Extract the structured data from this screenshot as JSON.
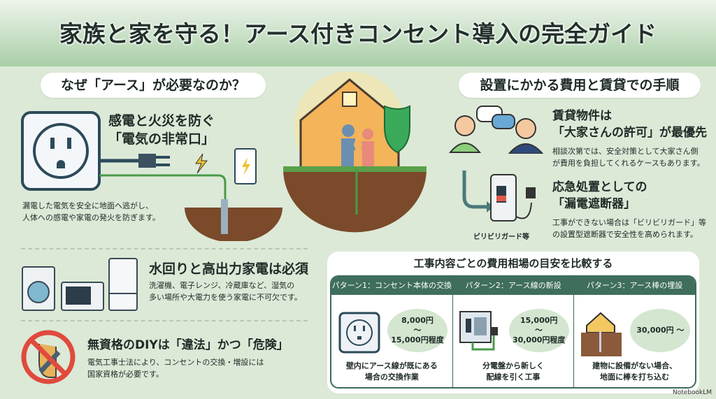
{
  "title": "家族と家を守る！アース付きコンセント導入の完全ガイド",
  "left": {
    "section_title": "なぜ「アース」が必要なのか？",
    "items": [
      {
        "heading_line1": "感電と火災を防ぐ",
        "heading_line2": "「電気の非常口」",
        "desc_line1": "漏電した電気を安全に地面へ逃がし、",
        "desc_line2": "人体への感電や家電の発火を防ぎます。"
      },
      {
        "heading": "水回りと高出力家電は必須",
        "desc_line1": "洗濯機、電子レンジ、冷蔵庫など、湿気の",
        "desc_line2": "多い場所や大電力を使う家電に不可欠です。"
      },
      {
        "heading": "無資格のDIYは「違法」かつ「危険」",
        "desc_line1": "電気工事士法により、コンセントの交換・増設には",
        "desc_line2": "国家資格が必要です。"
      }
    ]
  },
  "right": {
    "section_title": "設置にかかる費用と賃貸での手順",
    "items": [
      {
        "heading_line1": "賃貸物件は",
        "heading_line2": "「大家さんの許可」が最優先",
        "desc_line1": "相談次第では、安全対策として大家さん側",
        "desc_line2": "が費用を負担してくれるケースもあります。"
      },
      {
        "heading_line1": "応急処置としての",
        "heading_line2": "「漏電遮断器」",
        "desc_line1": "工事ができない場合は「ビリビリガード」等",
        "desc_line2": "の設置型遮断器で安全性を高められます。",
        "icon_label": "ビリビリガード等"
      }
    ]
  },
  "comparison": {
    "title": "工事内容ごとの費用相場の目安を比較する",
    "patterns": [
      {
        "header": "パターン1：コンセント本体の交換",
        "price_line1": "8,000円",
        "price_sep": "〜",
        "price_line2": "15,000円程度",
        "caption_line1": "壁内にアース線が既にある",
        "caption_line2": "場合の交換作業"
      },
      {
        "header": "パターン2：アース線の新設",
        "price_line1": "15,000円",
        "price_sep": "〜",
        "price_line2": "30,000円程度",
        "caption_line1": "分電盤から新しく",
        "caption_line2": "配線を引く工事"
      },
      {
        "header": "パターン3：アース棒の埋設",
        "price_line1": "30,000円 〜",
        "price_sep": "",
        "price_line2": "",
        "caption_line1": "建物に設備がない場合、",
        "caption_line2": "地面に棒を打ち込む"
      }
    ]
  },
  "watermark": "NotebookLM",
  "colors": {
    "background": "#dce9d7",
    "table_header": "#3f6e5c",
    "ground": "#7a4a2a",
    "bolt": "#f2c12e"
  }
}
